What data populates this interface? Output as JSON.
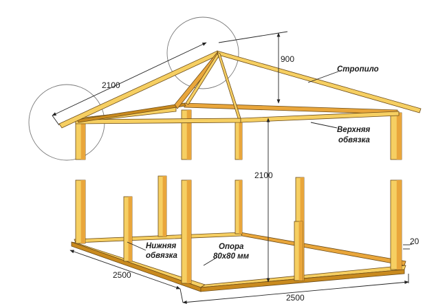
{
  "colors": {
    "wood": "#f6cf62",
    "wood_dark": "#c98a1e",
    "wood_shade": "#e9a63b",
    "outline": "#6b4a16",
    "ink": "#222222"
  },
  "dimensions": {
    "rafter_length": "2100",
    "roof_height": "900",
    "post_height": "2100",
    "side_width": "2500",
    "front_length": "2500",
    "offset": "20"
  },
  "labels": {
    "rafter": "Стропило",
    "top_frame_line1": "Верхняя",
    "top_frame_line2": "обвязка",
    "bottom_frame_line1": "Нижняя",
    "bottom_frame_line2": "обвязка",
    "support_line1": "Опора",
    "support_line2": "80x80 мм"
  }
}
